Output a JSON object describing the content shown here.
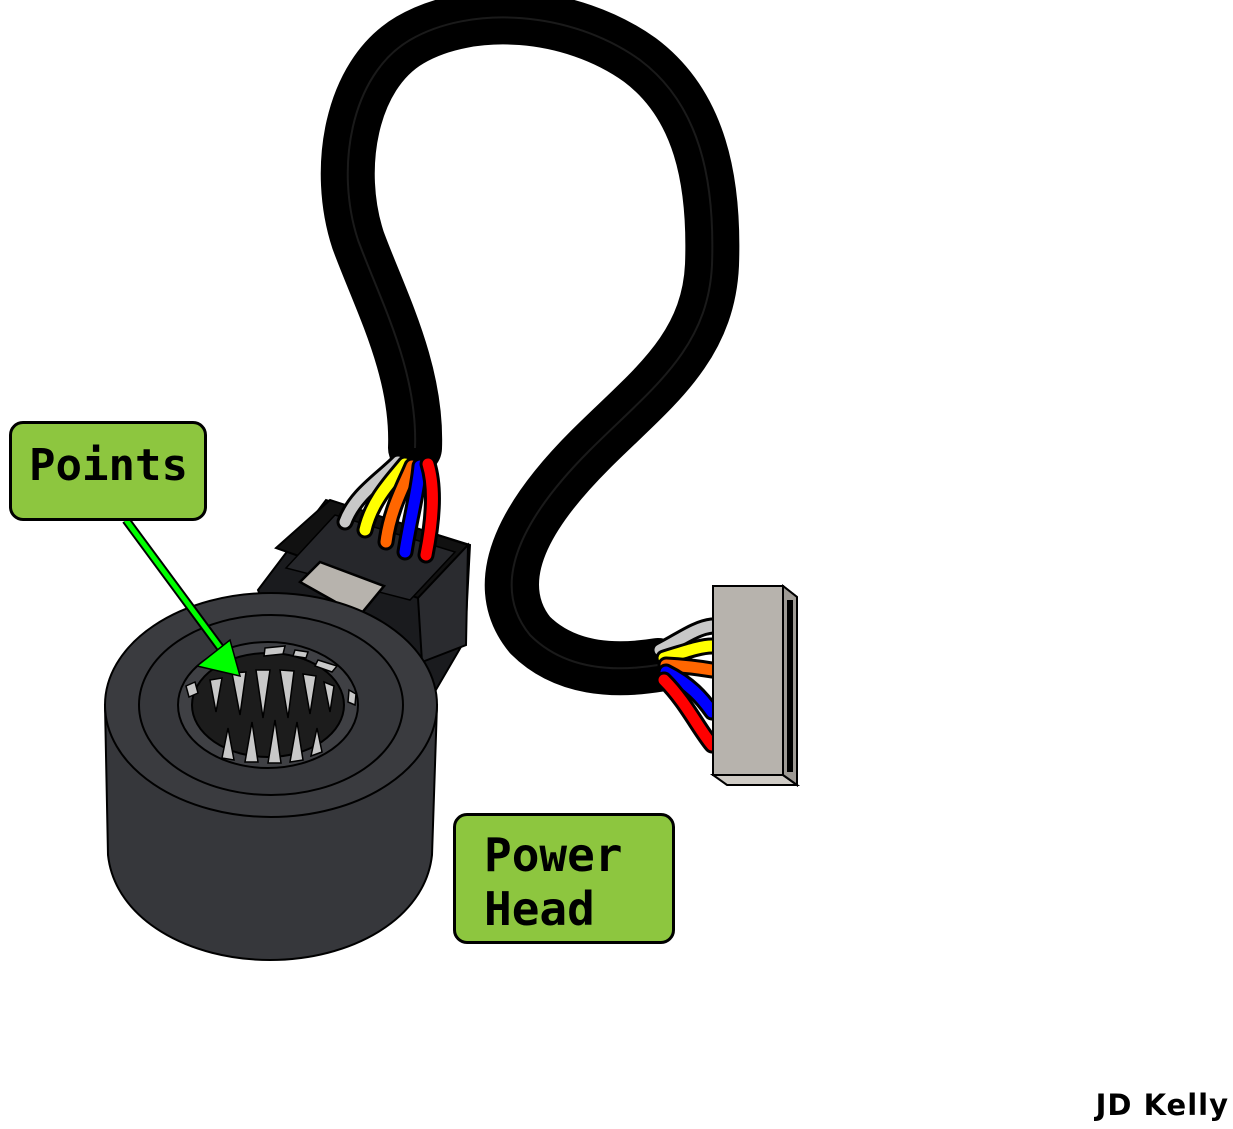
{
  "labels": {
    "points": "Points",
    "power_head_line1": "Power",
    "power_head_line2": "Head"
  },
  "credit": "JD Kelly",
  "colors": {
    "callout_fill": "#8dc63f",
    "arrow": "#00ff00",
    "cable": "#000000",
    "body": "#36373b",
    "connector": "#b7b3ad",
    "wire_gray": "#c8c8c8",
    "wire_yellow": "#ffff00",
    "wire_orange": "#ff6600",
    "wire_blue": "#0000ff",
    "wire_red": "#ff0000"
  },
  "icons": [
    "points-arrow",
    "cable",
    "wire-bundle",
    "connector-plug",
    "power-head-body",
    "mounting-tab"
  ]
}
